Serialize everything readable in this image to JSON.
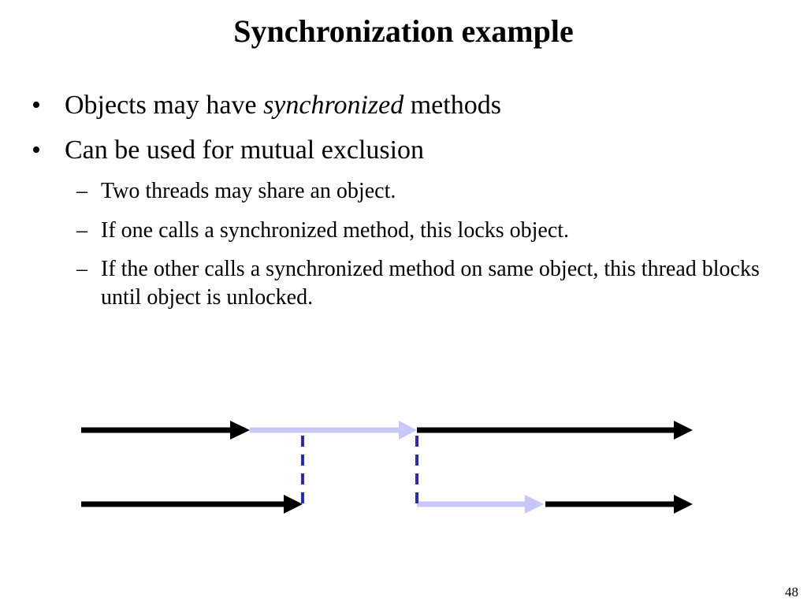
{
  "slide": {
    "title": "Synchronization example",
    "bullets": [
      {
        "marker": "•",
        "text_before": "Objects may have ",
        "text_emphasis": "synchronized",
        "text_after": " methods"
      },
      {
        "marker": "•",
        "text": "Can be used for mutual exclusion"
      }
    ],
    "sub_bullets": [
      {
        "marker": "–",
        "text": "Two threads may share an object."
      },
      {
        "marker": "–",
        "text": "If one calls a synchronized method, this locks object."
      },
      {
        "marker": "–",
        "text": "If the other calls a synchronized method on same object, this thread blocks until object is unlocked."
      }
    ],
    "page_number": "48"
  },
  "diagram": {
    "colors": {
      "running": "#000000",
      "synchronized": "#c8c8f8",
      "dependency": "#2b2bb8"
    }
  }
}
